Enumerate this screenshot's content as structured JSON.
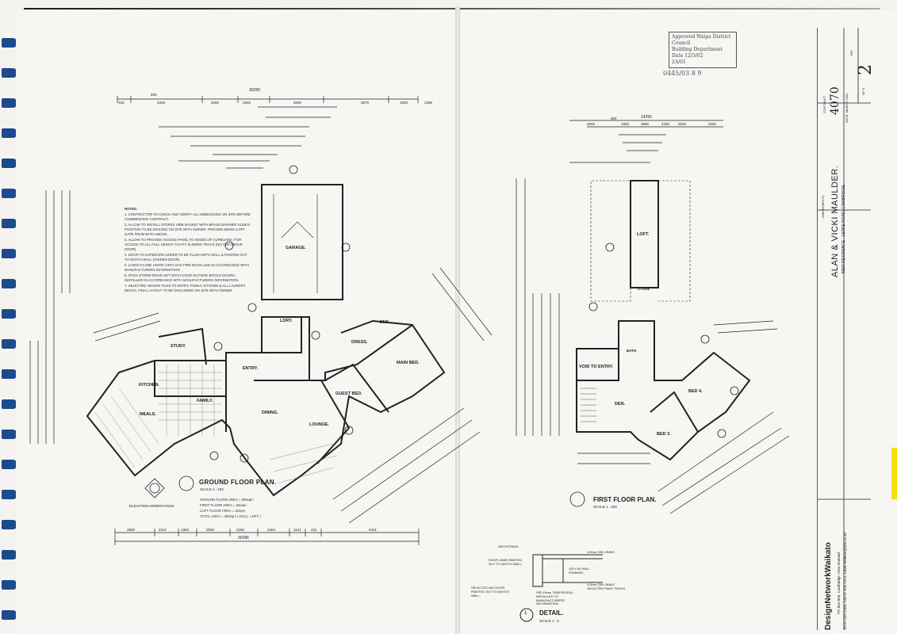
{
  "ground_floor": {
    "title": "GROUND FLOOR PLAN.",
    "scale": "SCALE 1 : 100",
    "rooms": {
      "garage": "GARAGE.",
      "study": "STUDY.",
      "kitchen": "KITCHEN.",
      "family": "FAMILY.",
      "meals": "MEALS.",
      "entry": "ENTRY.",
      "dining": "DINING.",
      "lounge": "LOUNGE.",
      "guest_bed": "GUEST BED.",
      "main_bed": "MAIN BED.",
      "dress": "DRESS.",
      "ens": "ENS.",
      "ldry": "LDRY."
    },
    "areas": [
      "GROUND FLOOR AREA = 306sqm",
      "FIRST FLOOR AREA = 84sqm",
      "LOFT FLOOR AREA = 32sqm",
      "TOTAL AREA = 390sqm  ( EXCL. LOFT )"
    ],
    "elevation_label": "ELEVATION ORIENTATION",
    "overall_top": "30289",
    "overall_bottom": "30286",
    "top_dims": [
      "600",
      "4200",
      "2000",
      "2600",
      "3000",
      "3570",
      "1830",
      "2485",
      "316"
    ],
    "bottom_dims": [
      "2800",
      "2115",
      "1353",
      "3500",
      "2250",
      "4304",
      "1141",
      "431",
      "6431"
    ]
  },
  "notes": {
    "heading": "NOTES:",
    "items": [
      "1. CONTRACTOR TO CHECK AND VERIFY ALL DIMENSIONS ON SITE BEFORE COMMENCING CONTRACT.",
      "2. ALLOW TO INSTALL STOREX HIRE BASKET WITH BRASS DRAINER SLIDES. POSITION TO BE ADVISED ON SITE WITH OWNER. PROVIDE 800mm LOFT GATE FROM BATH ABOVE.",
      "3. ALLOW TO PROVIDE ACCESS PANEL TO INSIDE OF CUPBOARD, FOR ACCESS TO ALL FULL HEIGHT CAVITY SLIDERS TRACK (NO GAP ABOVE DOOR).",
      "4. DOOR TO CUPBOARD UNDER TO BE FLUSH WITH WALL & PAINTED OUT TO MATCH WALL (HIDDEN DOOR).",
      "5. LIVING FLAME UNION VISTA GAS FIRE INSTALLED IN ACCORDANCE WITH MANUFACTURERS INFORMATION.",
      "6. IPLEX STORM DRAIN SET INTO FLOOR OUTSIDE BIFOLD DOORS, INSTALLED IN ACCORDANCE WITH MANUFACTURERS INFORMATION.",
      "7. SELECTED 400x400 TILES TO ENTRY, FAMILY, KITCHEN & ALL LAUNDRY DECKS. FINAL LAYOUT TO BE DISCUSSED ON SITE WITH OWNER."
    ]
  },
  "first_floor": {
    "title": "FIRST FLOOR PLAN.",
    "scale": "SCALE 1 : 100",
    "rooms": {
      "loft": "LOFT.",
      "void": "VOID TO ENTRY.",
      "den": "DEN.",
      "bed4": "BED 4.",
      "bed3": "BED 3.",
      "bath": "BATH",
      "store": "STORE"
    },
    "overall_top": "14255",
    "top_dims": [
      "3000",
      "600",
      "1060",
      "2880",
      "2400",
      "2500",
      "2000"
    ]
  },
  "detail": {
    "title": "DETAIL.",
    "number": "1",
    "scale": "SCALE 1 : 5",
    "labels": [
      "ARCHITRAVE.",
      "4.5mm GIB LINING.",
      "DOOR JAMB PAINTED OUT TO MATCH WALL.",
      "100 x 50 HALL FRAMING.",
      "SELECTED BIG DOOR PAINTED OUT TO MATCH WALL.",
      "GIB 13mm TRIM REVEAL INSTALLED TO MANUFACTURERS INFORMATION.",
      "4.5mm GIB LINING SELECTED PAINT FINISH."
    ]
  },
  "title_block": {
    "client": "ALAN & VICKI MAULDER.",
    "project": "NEW RESIDENCE - LEAKE ROAD, CAMBRIDGE.",
    "amendments": "AMENDMENTS",
    "contract_label": "CONTRACT",
    "contract": "4070",
    "date": "DATE: MARCH 2001",
    "sheet_label": "SHT",
    "sheet": "2",
    "sheet_total": "OF 8",
    "company": "DesignNetworkWaikato",
    "address": "PO Box 856, Cambridge, New Zealand",
    "contact": "Tel 07 839 3308, Fax 07 838 1413, Email Waikato@xtra.co.nz"
  },
  "stamp": {
    "lines": [
      "Approved Waipa District Council",
      "Building Department",
      "Date 12/3/02",
      "2A/01"
    ],
    "number": "0445/03 8 9"
  },
  "colors": {
    "binder": "#1d4a8c",
    "paper": "#f7f6f2",
    "ink": "#222222",
    "tab": "#f2e200"
  }
}
